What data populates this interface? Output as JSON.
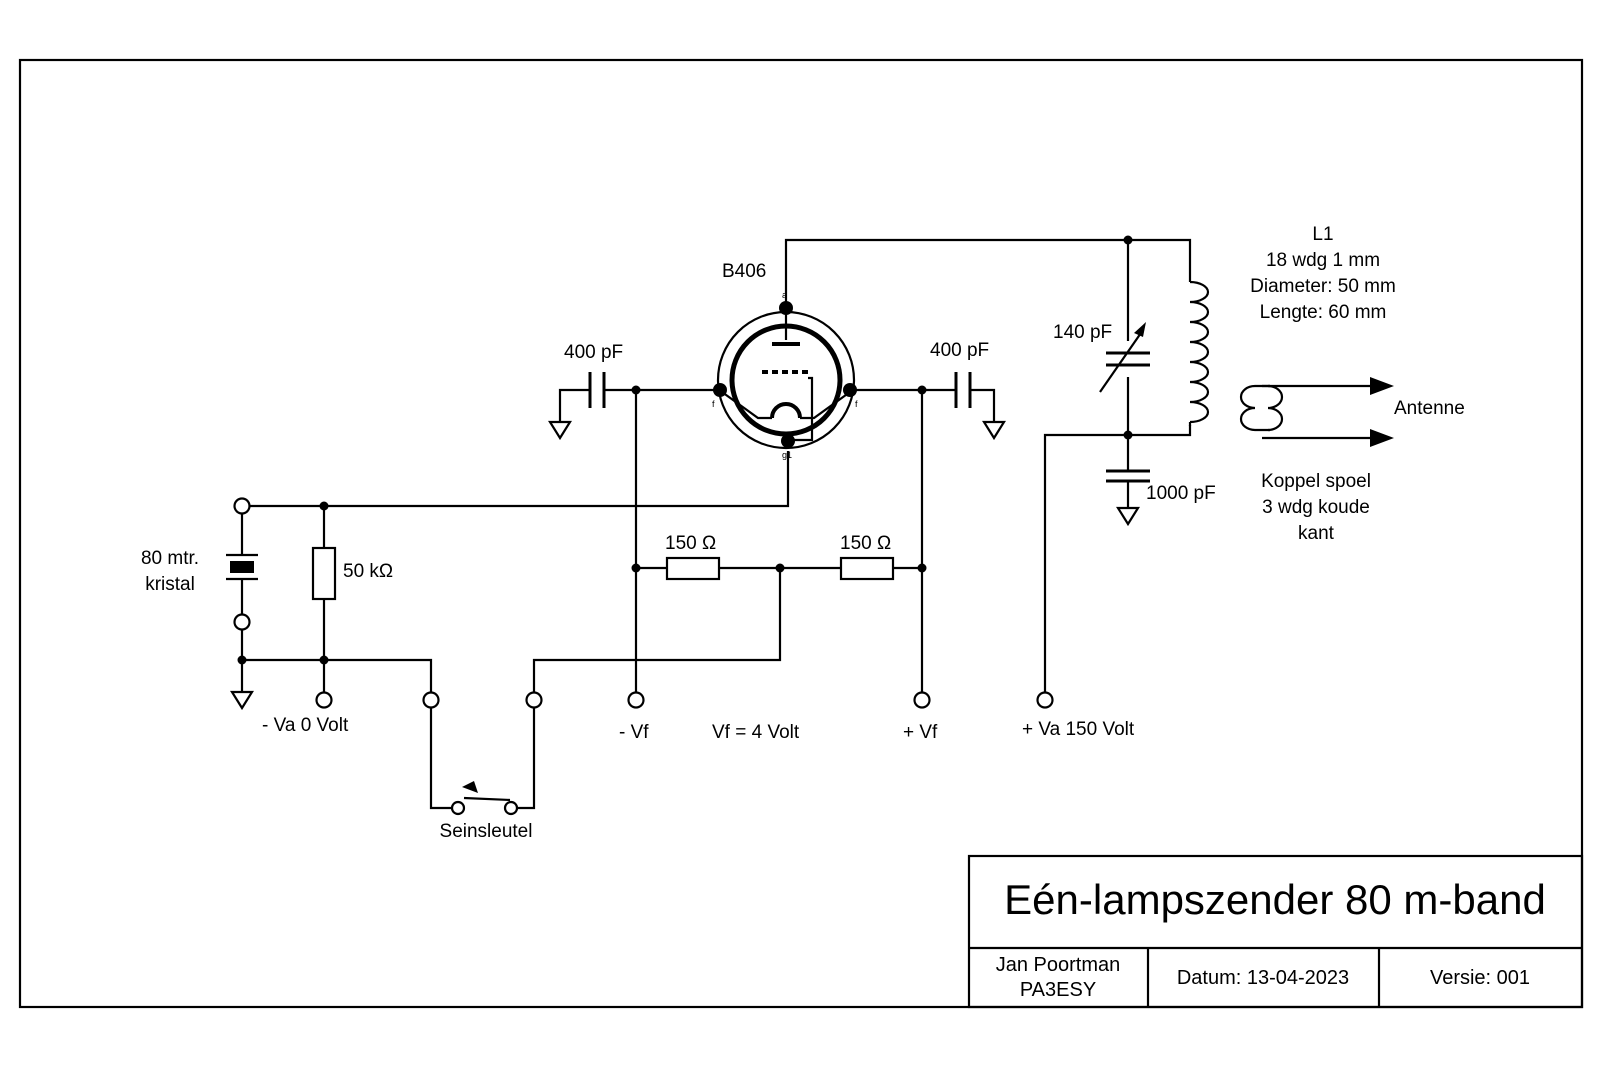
{
  "labels": {
    "tube": "B406",
    "cap_left": "400 pF",
    "cap_right": "400 pF",
    "cap_var": "140 pF",
    "cap_1000": "1000 pF",
    "coil_name": "L1",
    "coil_spec1": "18 wdg  1 mm",
    "coil_spec2": "Diameter: 50 mm",
    "coil_spec3": "Lengte: 60 mm",
    "antenna": "Antenne",
    "coupling1": "Koppel spoel",
    "coupling2": "3 wdg koude",
    "coupling3": "kant",
    "crystal1": "80 mtr.",
    "crystal2": "kristal",
    "res_grid": "50 kΩ",
    "res_left": "150 Ω",
    "res_right": "150 Ω",
    "term_va0": "- Va 0 Volt",
    "term_vf_minus": "- Vf",
    "vf_value": "Vf = 4 Volt",
    "term_vf_plus": "+ Vf",
    "term_va150": "+ Va 150 Volt",
    "key": "Seinsleutel",
    "pin_a": "a",
    "pin_f_left": "f",
    "pin_f_right": "f",
    "pin_g1": "g1"
  },
  "title_block": {
    "title": "Eén-lampszender 80 m-band",
    "author_name": "Jan Poortman",
    "author_call": "PA3ESY",
    "date": "Datum: 13-04-2023",
    "version": "Versie: 001"
  }
}
